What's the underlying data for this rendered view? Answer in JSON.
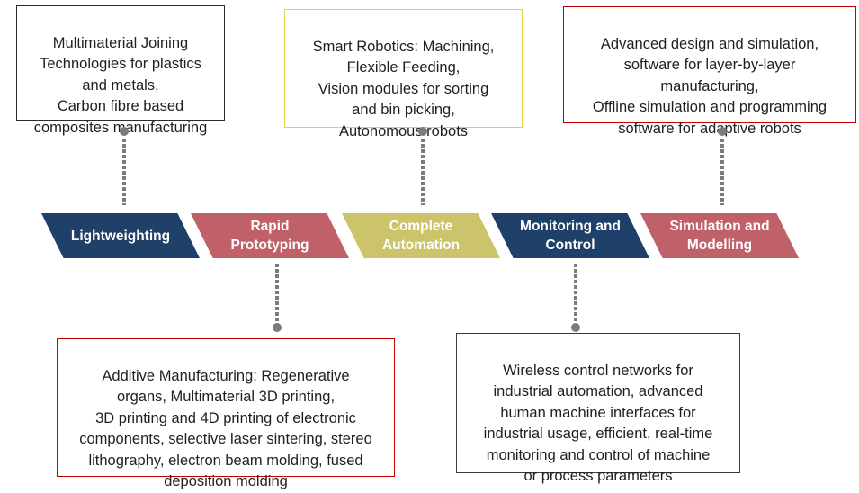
{
  "colors": {
    "navy": "#1f4068",
    "rose": "#c06068",
    "olive": "#cbc46a",
    "connector": "#7b7b7b"
  },
  "top_boxes": [
    {
      "text": "Multimaterial Joining\nTechnologies for plastics\nand metals,\nCarbon fibre based\ncomposites manufacturing"
    },
    {
      "text": "Smart Robotics: Machining,\nFlexible Feeding,\nVision modules for sorting\nand bin picking,\nAutonomous robots"
    },
    {
      "text": "Advanced design and simulation,\nsoftware for layer-by-layer\nmanufacturing,\nOffline simulation and programming\nsoftware for adaptive robots"
    }
  ],
  "steps": [
    {
      "label": "Lightweighting"
    },
    {
      "label": "Rapid\nPrototyping"
    },
    {
      "label": "Complete\nAutomation"
    },
    {
      "label": "Monitoring and\nControl"
    },
    {
      "label": "Simulation and\nModelling"
    }
  ],
  "bottom_boxes": [
    {
      "text": "Additive Manufacturing: Regenerative\norgans, Multimaterial 3D printing,\n3D printing and 4D printing of electronic\ncomponents, selective laser sintering, stereo\nlithography, electron beam molding, fused\ndeposition molding"
    },
    {
      "text": "Wireless control networks for\nindustrial automation,  advanced\nhuman machine interfaces for\nindustrial usage, efficient, real-time\nmonitoring and control of machine\nor process parameters"
    }
  ]
}
